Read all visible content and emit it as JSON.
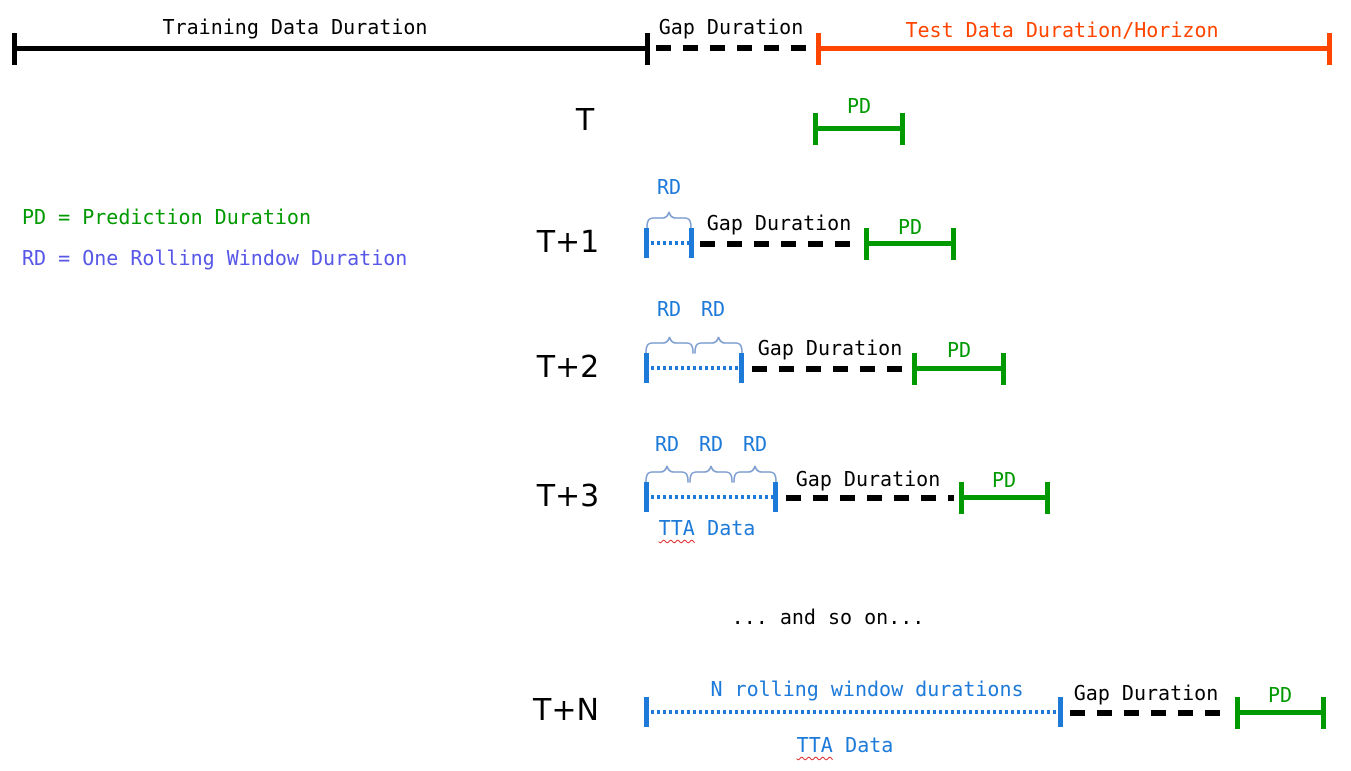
{
  "colors": {
    "black": "#000000",
    "orange": "#FF4500",
    "green": "#009900",
    "blue": "#1E7AD9",
    "brace_blue": "#7F9FD0",
    "legend_rd": "#5757E8",
    "squiggle_red": "#DD2222"
  },
  "icons": {
    "rd_brace": "curly-brace-up-icon"
  },
  "timeline": {
    "training_label": "Training Data Duration",
    "gap_label": "Gap Duration",
    "test_label": "Test Data Duration/Horizon"
  },
  "legend": {
    "pd": "PD = Prediction Duration",
    "rd": "RD = One Rolling Window Duration"
  },
  "rows": [
    {
      "label": "T",
      "pd_label": "PD"
    },
    {
      "label": "T+1",
      "rd_labels": [
        "RD"
      ],
      "gap_label": "Gap Duration",
      "pd_label": "PD"
    },
    {
      "label": "T+2",
      "rd_labels": [
        "RD",
        "RD"
      ],
      "gap_label": "Gap Duration",
      "pd_label": "PD"
    },
    {
      "label": "T+3",
      "rd_labels": [
        "RD",
        "RD",
        "RD"
      ],
      "tta_word": "TTA",
      "data_word": "Data",
      "gap_label": "Gap Duration",
      "pd_label": "PD"
    },
    {
      "label": "T+N",
      "window_label": "N rolling window durations",
      "tta_word": "TTA",
      "data_word": "Data",
      "gap_label": "Gap Duration",
      "pd_label": "PD"
    }
  ],
  "ellipsis": "... and so on..."
}
